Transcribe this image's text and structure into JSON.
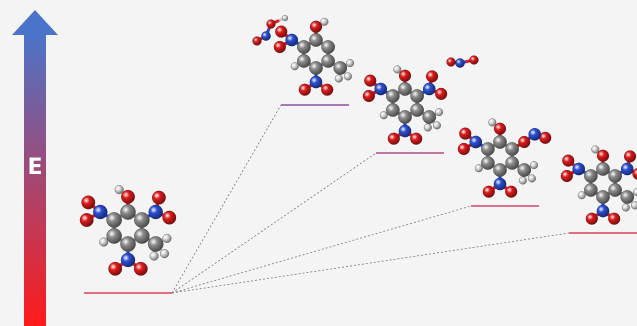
{
  "axis": {
    "label": "E",
    "gradient_top": "#4a74c9",
    "gradient_bottom": "#ff1a1a"
  },
  "atom_colors": {
    "carbon": "#8c8c8c",
    "oxygen": "#e01b1b",
    "nitrogen": "#2b4fd6",
    "hydrogen": "#ffffff"
  },
  "levels": [
    {
      "id": "reactant",
      "color": "#e0405c"
    },
    {
      "id": "state-1",
      "color": "#8a4fa3"
    },
    {
      "id": "state-2",
      "color": "#b24f82"
    },
    {
      "id": "state-3",
      "color": "#d0466c"
    },
    {
      "id": "state-4",
      "color": "#e0405c"
    }
  ],
  "molecules": [
    {
      "id": "reactant-molecule",
      "fragment": "full"
    },
    {
      "id": "ortho-nitro-loss-molecule",
      "fragment": "hono-released"
    },
    {
      "id": "para-nitro-loss-molecule",
      "fragment": "no2-released"
    },
    {
      "id": "isomer-molecule",
      "fragment": "nitrite-isomer"
    },
    {
      "id": "hydrogen-transfer-molecule",
      "fragment": "aci-nitro"
    }
  ]
}
